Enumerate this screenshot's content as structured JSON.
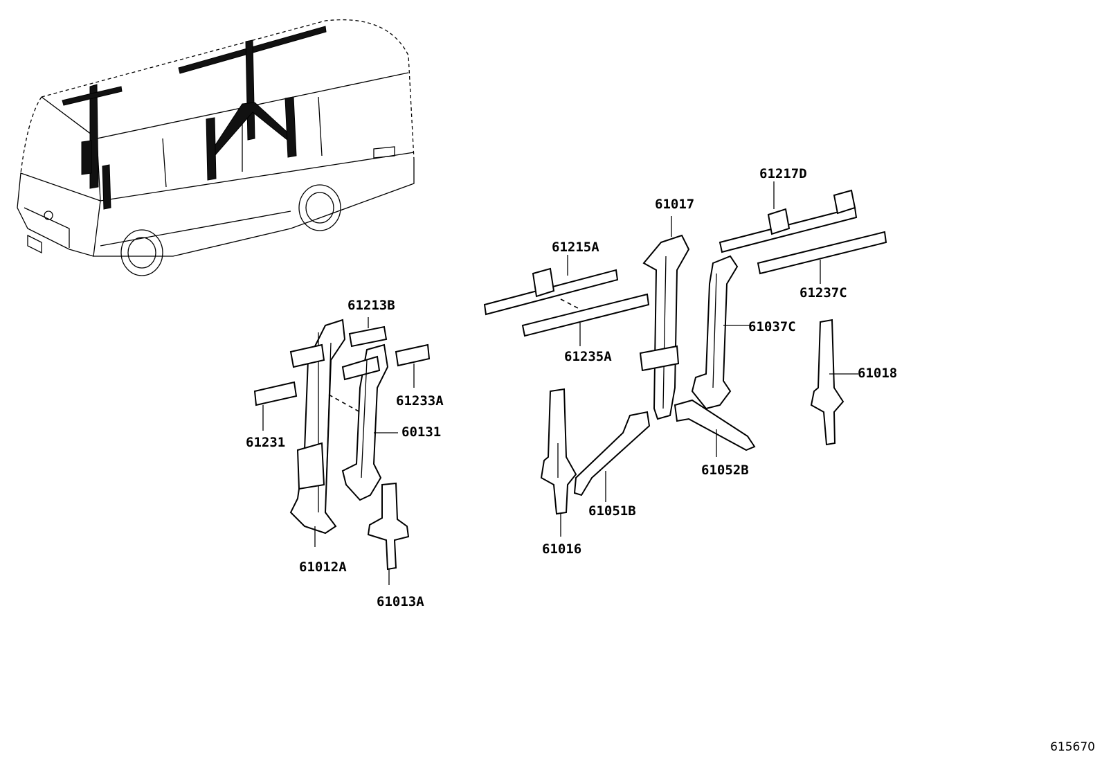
{
  "diagram": {
    "labels": [
      {
        "id": "61217D"
      },
      {
        "id": "61017"
      },
      {
        "id": "61215A"
      },
      {
        "id": "61237C"
      },
      {
        "id": "61213B"
      },
      {
        "id": "61037C"
      },
      {
        "id": "61235A"
      },
      {
        "id": "61018"
      },
      {
        "id": "61233A"
      },
      {
        "id": "60131"
      },
      {
        "id": "61231"
      },
      {
        "id": "61052B"
      },
      {
        "id": "61051B"
      },
      {
        "id": "61016"
      },
      {
        "id": "61012A"
      },
      {
        "id": "61013A"
      }
    ],
    "figure_number": "615670"
  }
}
